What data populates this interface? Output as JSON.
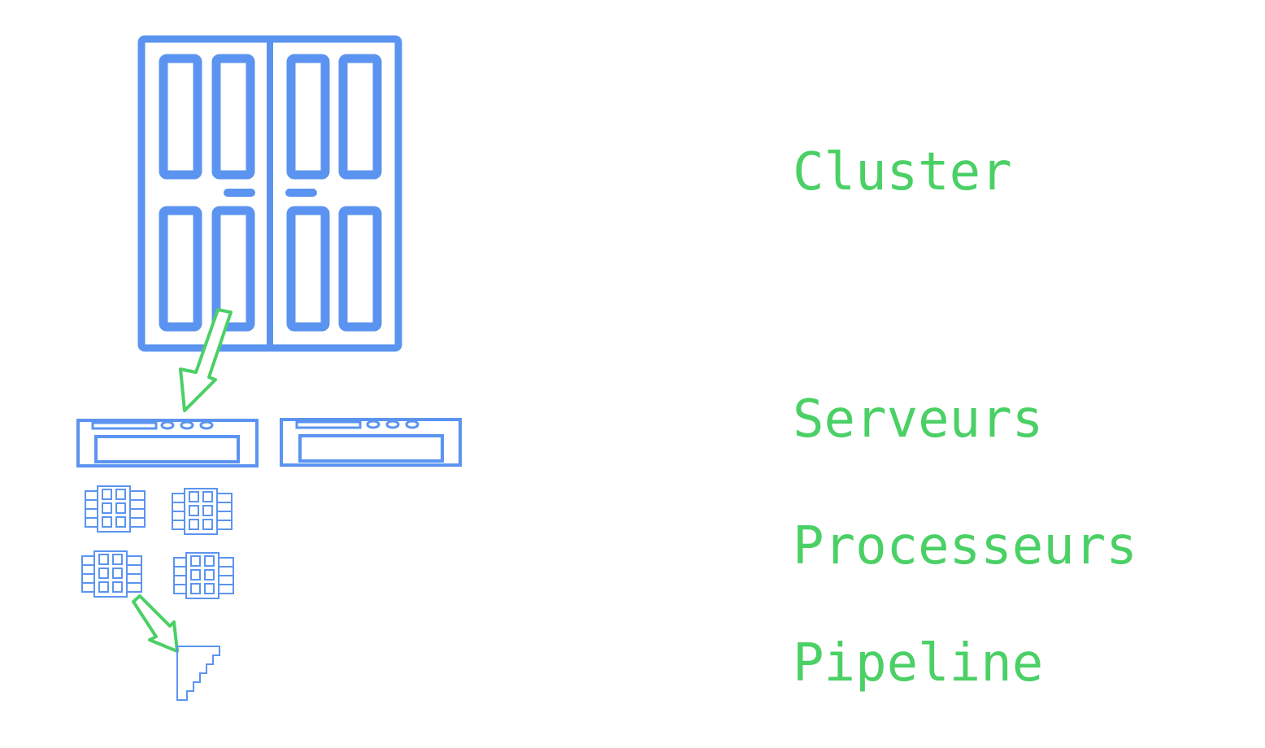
{
  "colors": {
    "hardware": "#5b94f0",
    "accent": "#4bd066",
    "background": "#ffffff"
  },
  "icons": {
    "cluster": "server-rack-icon",
    "servers": "server-unit-icon",
    "processors": "cpu-chip-icon",
    "pipeline": "staircase-pipeline-icon",
    "arrows": "arrow-down-icon"
  },
  "labels": {
    "cluster": "Cluster",
    "servers": "Serveurs",
    "processors": "Processeurs",
    "pipeline": "Pipeline"
  }
}
